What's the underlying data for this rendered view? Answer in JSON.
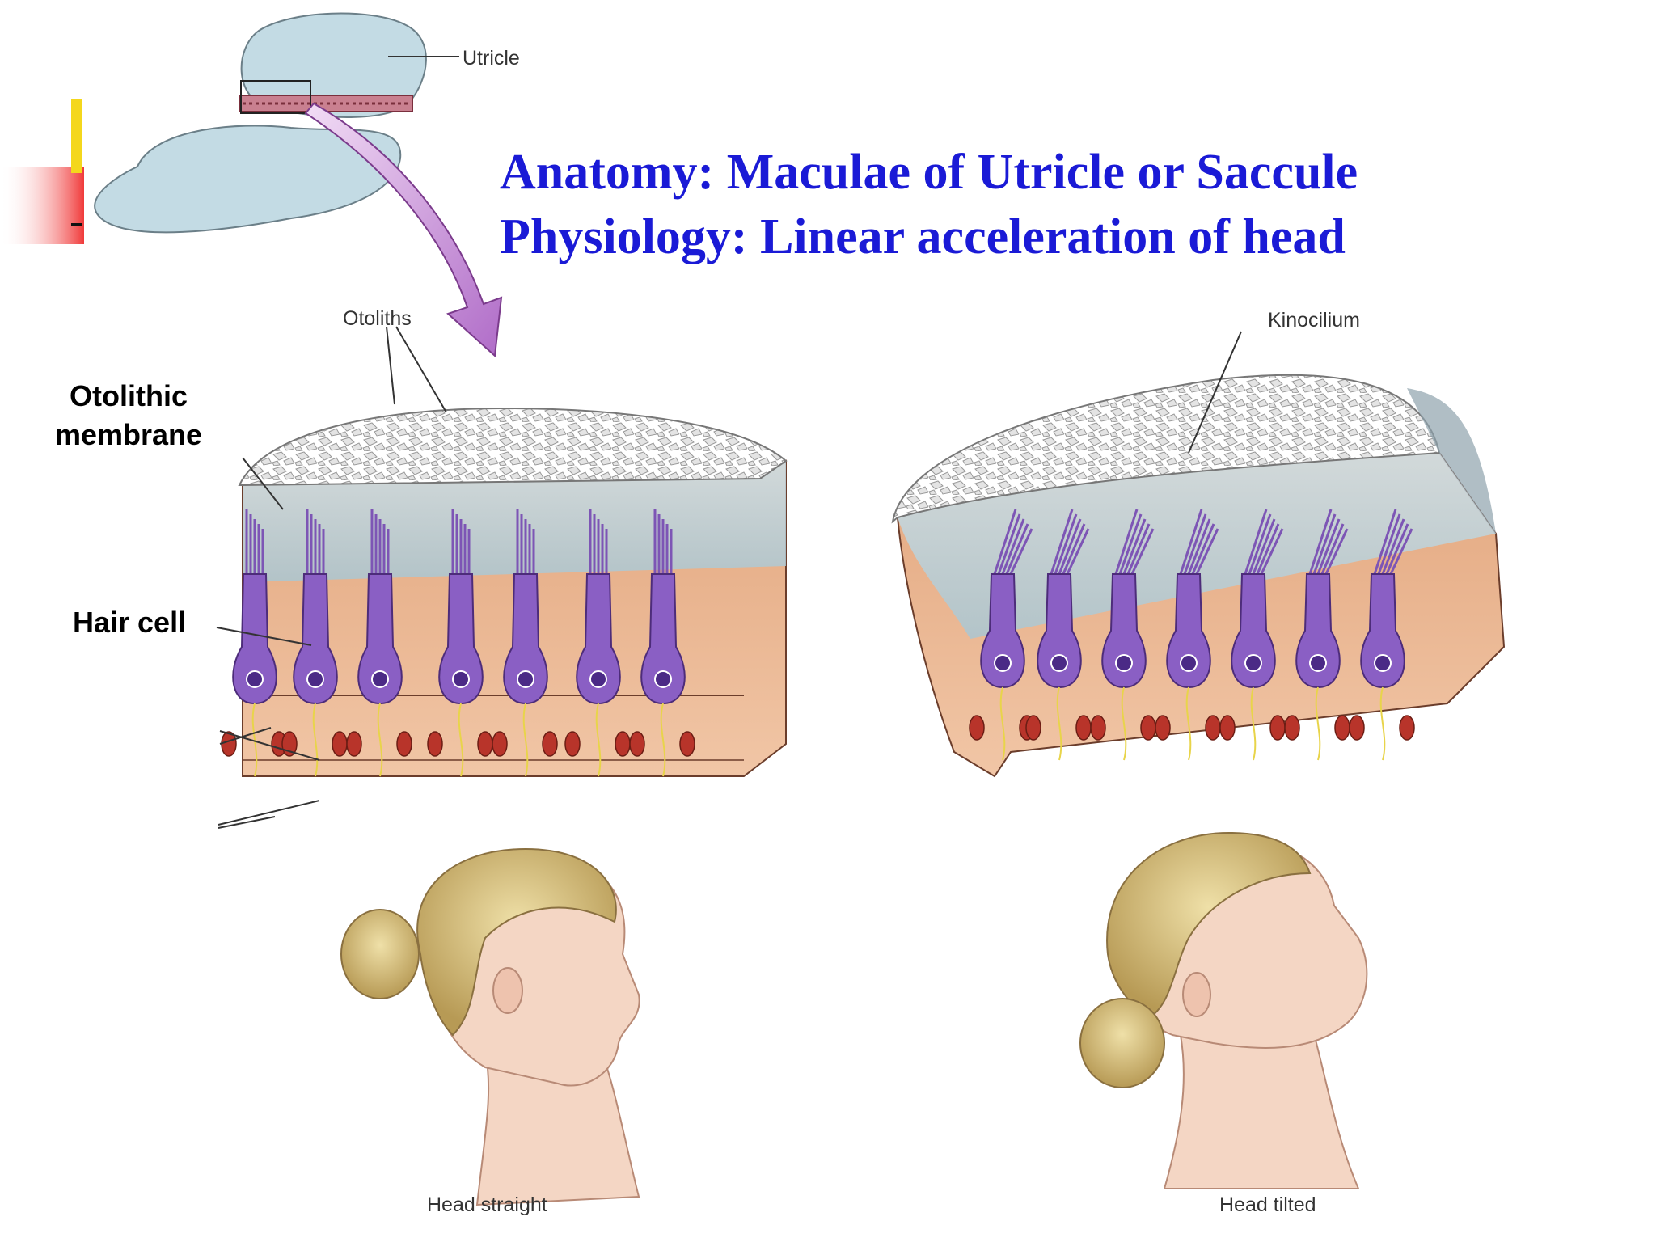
{
  "title": {
    "line1": "Anatomy: Maculae of Utricle or Saccule",
    "line2": "Physiology: Linear acceleration of head",
    "color": "#1a1ad6"
  },
  "labels": {
    "otolithic_membrane_1": "Otolithic",
    "otolithic_membrane_2": "membrane",
    "hair_cell": "Hair cell",
    "utricle": "Utricle",
    "otoliths": "Otoliths",
    "kinocilium": "Kinocilium",
    "head_straight": "Head straight",
    "head_tilted": "Head tilted"
  },
  "colors": {
    "accent_yellow": "#f4d71c",
    "accent_red": "#f03a3a",
    "hair_cell_purple": "#8a5fc4",
    "tissue_peach": "#e9b48f",
    "nucleus_red": "#b8342a",
    "membrane_blue": "#b9d4e0",
    "arrow_magenta": "#c98ad8",
    "hair_blonde": "#cfb87a",
    "skin": "#f4d6c4"
  }
}
